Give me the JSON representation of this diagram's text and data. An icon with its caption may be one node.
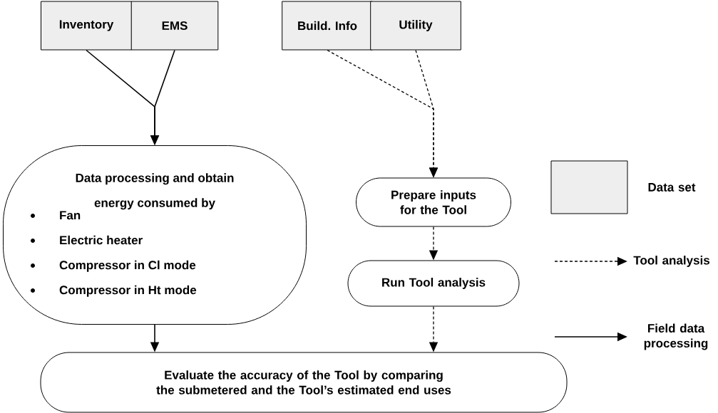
{
  "diagram": {
    "nodes": [
      {
        "text": [
          "Inventory"
        ]
      },
      {
        "text": [
          "EMS"
        ]
      },
      {
        "text": [
          "Build. Info"
        ]
      },
      {
        "text": [
          "Utility"
        ]
      },
      {
        "text": [
          "Prepare inputs for the Tool"
        ]
      },
      {
        "text": [
          "Data processing and obtain energy consumed by",
          "Fan",
          "Electric heater",
          "Compressor in Cl mode",
          "Compressor in Ht mode"
        ]
      },
      {
        "text": [
          "Run Tool analysis"
        ]
      },
      {
        "text": [
          "Evaluate the accuracy of the Tool by comparing the submetered and the Tool’s estimated end uses"
        ]
      }
    ],
    "edges": [
      {
        "from": 0,
        "to": 5,
        "arrow": "to"
      },
      {
        "from": 1,
        "to": 5,
        "arrow": "to"
      },
      {
        "from": 2,
        "to": 4,
        "arrow": "to",
        "style": "dashed"
      },
      {
        "from": 3,
        "to": 4,
        "arrow": "to",
        "style": "dashed"
      },
      {
        "from": 4,
        "to": 6,
        "arrow": "to",
        "style": "dashed"
      },
      {
        "from": 5,
        "to": 7,
        "arrow": "to"
      },
      {
        "from": 6,
        "to": 7,
        "arrow": "to",
        "style": "dashed"
      }
    ],
    "legend": [
      {
        "text": "Data set"
      },
      {
        "text": "Tool analysis"
      },
      {
        "text": "Field data processing"
      }
    ]
  }
}
